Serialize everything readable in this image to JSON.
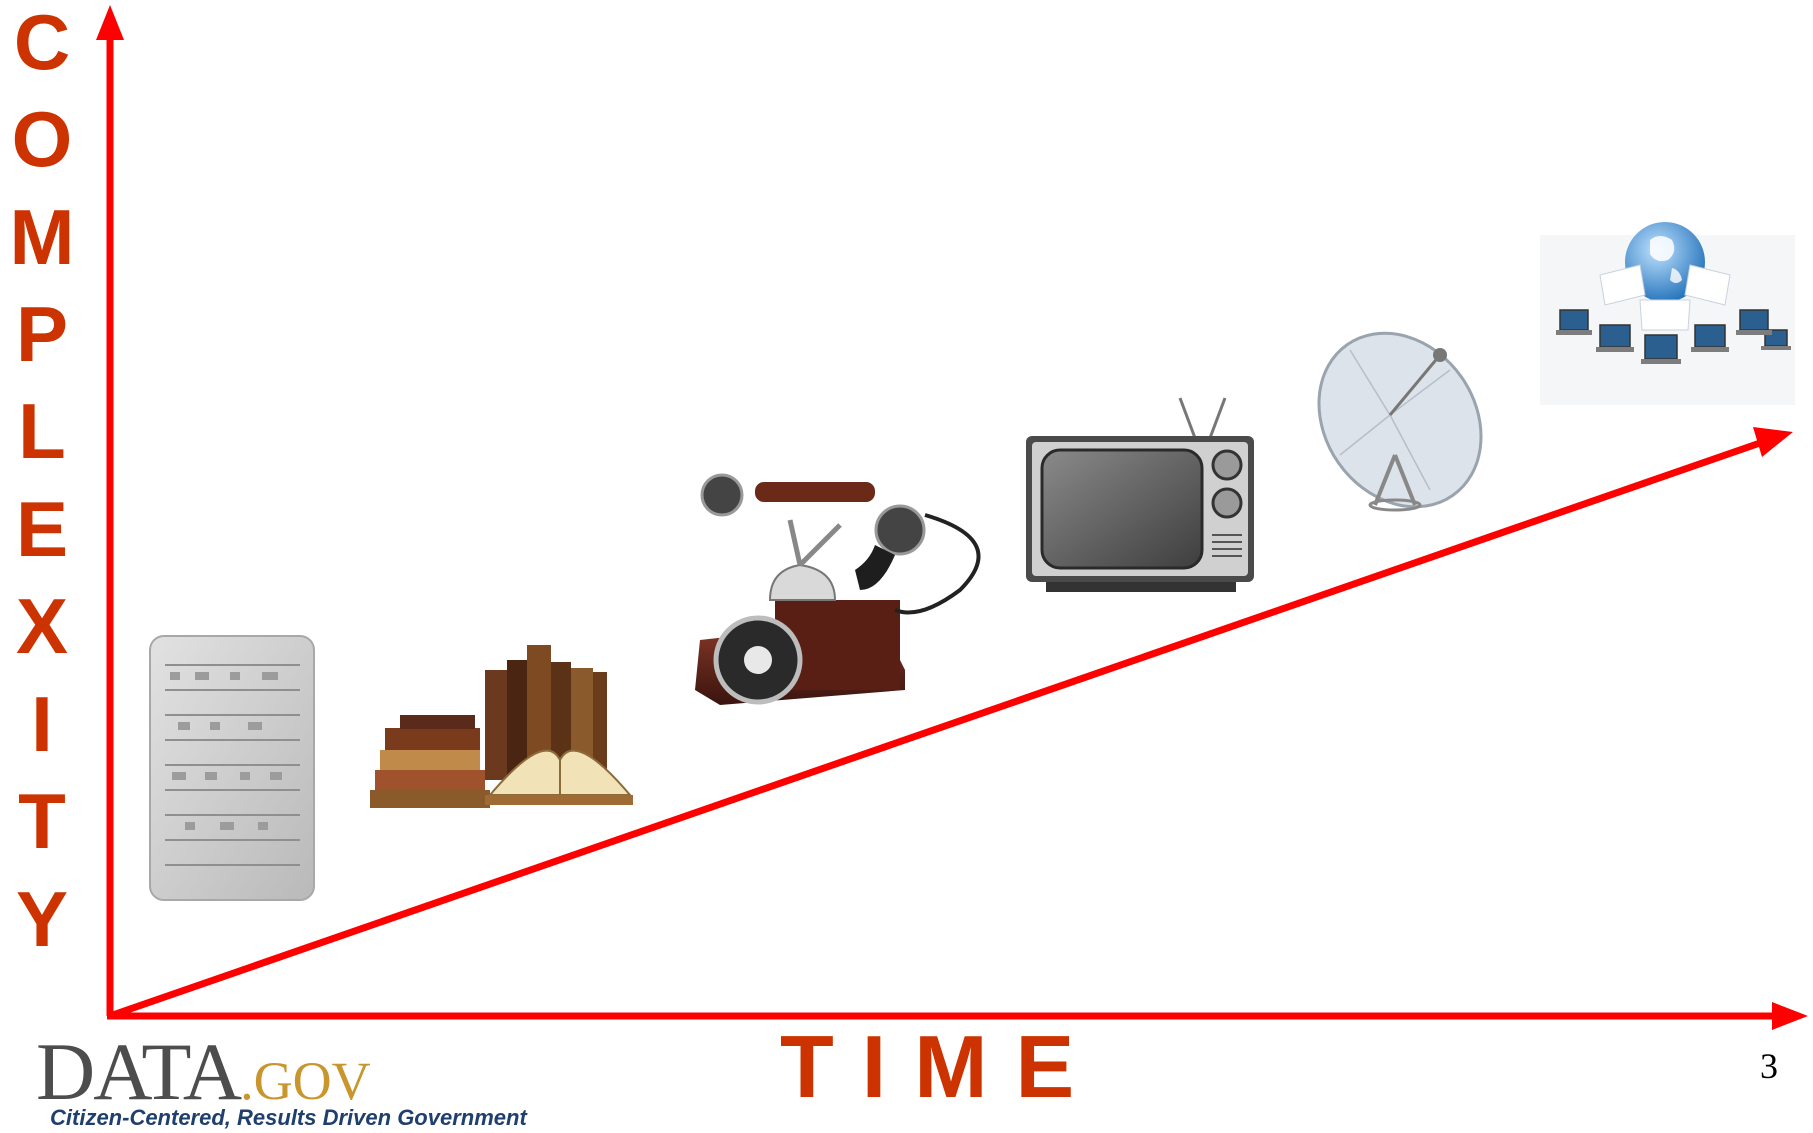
{
  "axes": {
    "y_label_letters": [
      "C",
      "O",
      "M",
      "P",
      "L",
      "E",
      "X",
      "I",
      "T",
      "Y"
    ],
    "x_label": "TIME",
    "axis_color": "#ff0000",
    "label_color": "#cc3300"
  },
  "illustrations": [
    {
      "name": "clay-tablet"
    },
    {
      "name": "books"
    },
    {
      "name": "telephone"
    },
    {
      "name": "television"
    },
    {
      "name": "satellite-dish"
    },
    {
      "name": "internet-globe"
    }
  ],
  "logo": {
    "name_part": "DATA",
    "domain_part": ".GOV",
    "tagline": "Citizen-Centered, Results Driven Government"
  },
  "page_number": "3"
}
